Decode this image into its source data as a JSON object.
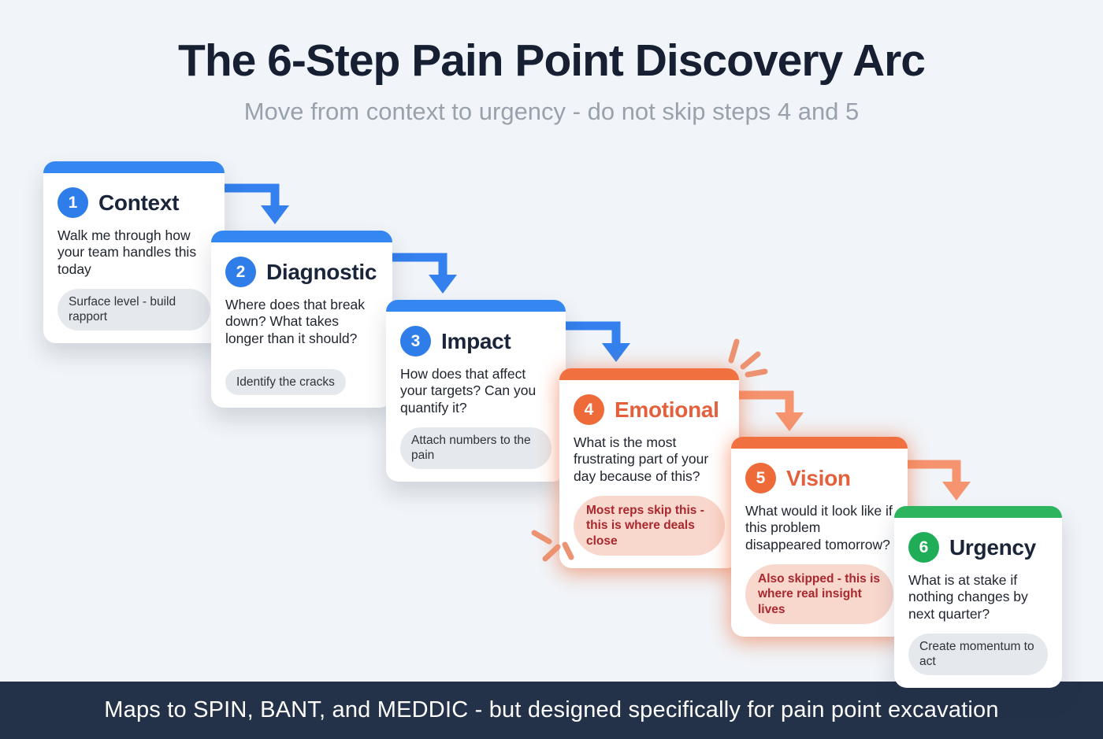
{
  "page": {
    "title": "The 6-Step Pain Point Discovery Arc",
    "subtitle": "Move from context to urgency - do not skip steps 4 and 5",
    "footer": "Maps to SPIN, BANT, and MEDDIC - but designed specifically for pain point excavation"
  },
  "steps": [
    {
      "number": "1",
      "title": "Context",
      "body": "Walk me through how your team handles this today",
      "pill": "Surface level - build rapport",
      "accent": "blue",
      "pill_style": "gray"
    },
    {
      "number": "2",
      "title": "Diagnostic",
      "body": "Where does that break down? What takes longer than it should?",
      "pill": "Identify the cracks",
      "accent": "blue",
      "pill_style": "gray"
    },
    {
      "number": "3",
      "title": "Impact",
      "body": "How does that affect your targets? Can you quantify it?",
      "pill": "Attach numbers to the pain",
      "accent": "blue",
      "pill_style": "gray"
    },
    {
      "number": "4",
      "title": "Emotional",
      "body": "What is the most frustrating part of your day because of this?",
      "pill": "Most reps skip this - this is where deals close",
      "accent": "orange",
      "pill_style": "warn"
    },
    {
      "number": "5",
      "title": "Vision",
      "body": "What would it look like if this problem disappeared tomorrow?",
      "pill": "Also skipped - this is where real insight lives",
      "accent": "orange",
      "pill_style": "warn"
    },
    {
      "number": "6",
      "title": "Urgency",
      "body": "What is at stake if nothing changes by next quarter?",
      "pill": "Create momentum to act",
      "accent": "green",
      "pill_style": "gray"
    }
  ],
  "icons": {
    "connector": "elbow-arrow-down-icon",
    "sparkle": "sparkle-burst-icon"
  },
  "colors": {
    "background": "#f1f4f8",
    "title_navy": "#172033",
    "subtitle_gray": "#99a1ac",
    "blue_accent": "#3486f1",
    "blue_circle": "#2e7de9",
    "blue_arrow": "#3380ee",
    "orange_accent": "#f0703f",
    "orange_title": "#e4603c",
    "orange_arrow": "#f5946f",
    "green_accent": "#2db45f",
    "green_circle": "#1fae57",
    "pill_gray_bg": "#e5e8ec",
    "pill_gray_text": "#2f333b",
    "pill_warn_bg": "#f8d7cd",
    "pill_warn_text": "#a8282e",
    "footer_bg": "#243249",
    "card_bg": "#ffffff"
  }
}
